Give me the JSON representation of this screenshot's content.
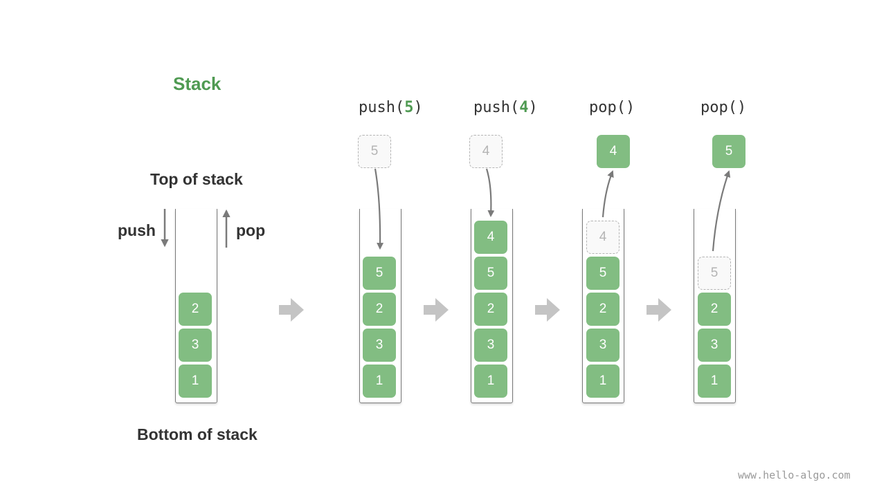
{
  "title": "Stack",
  "labels": {
    "top": "Top of stack",
    "bottom": "Bottom of stack",
    "push": "push",
    "pop": "pop"
  },
  "stacks": [
    {
      "operation": null,
      "items": [
        "1",
        "3",
        "2"
      ],
      "ghost": null,
      "removed": null
    },
    {
      "operation": {
        "name": "push(",
        "arg": "5",
        "close": ")"
      },
      "items": [
        "1",
        "3",
        "2",
        "5"
      ],
      "ghost": "5",
      "removed": null
    },
    {
      "operation": {
        "name": "push(",
        "arg": "4",
        "close": ")"
      },
      "items": [
        "1",
        "3",
        "2",
        "5",
        "4"
      ],
      "ghost": "4",
      "removed": null
    },
    {
      "operation": {
        "name": "pop()",
        "arg": "",
        "close": ""
      },
      "items": [
        "1",
        "3",
        "2",
        "5"
      ],
      "ghost": "4",
      "removed": "4"
    },
    {
      "operation": {
        "name": "pop()",
        "arg": "",
        "close": ""
      },
      "items": [
        "1",
        "3",
        "2"
      ],
      "ghost": "5",
      "removed": "5"
    }
  ],
  "colors": {
    "accent": "#4f9a52",
    "box": "#82bd82",
    "arrow": "#7a7a7a",
    "transition_arrow": "#c4c4c4"
  },
  "watermark": "www.hello-algo.com"
}
